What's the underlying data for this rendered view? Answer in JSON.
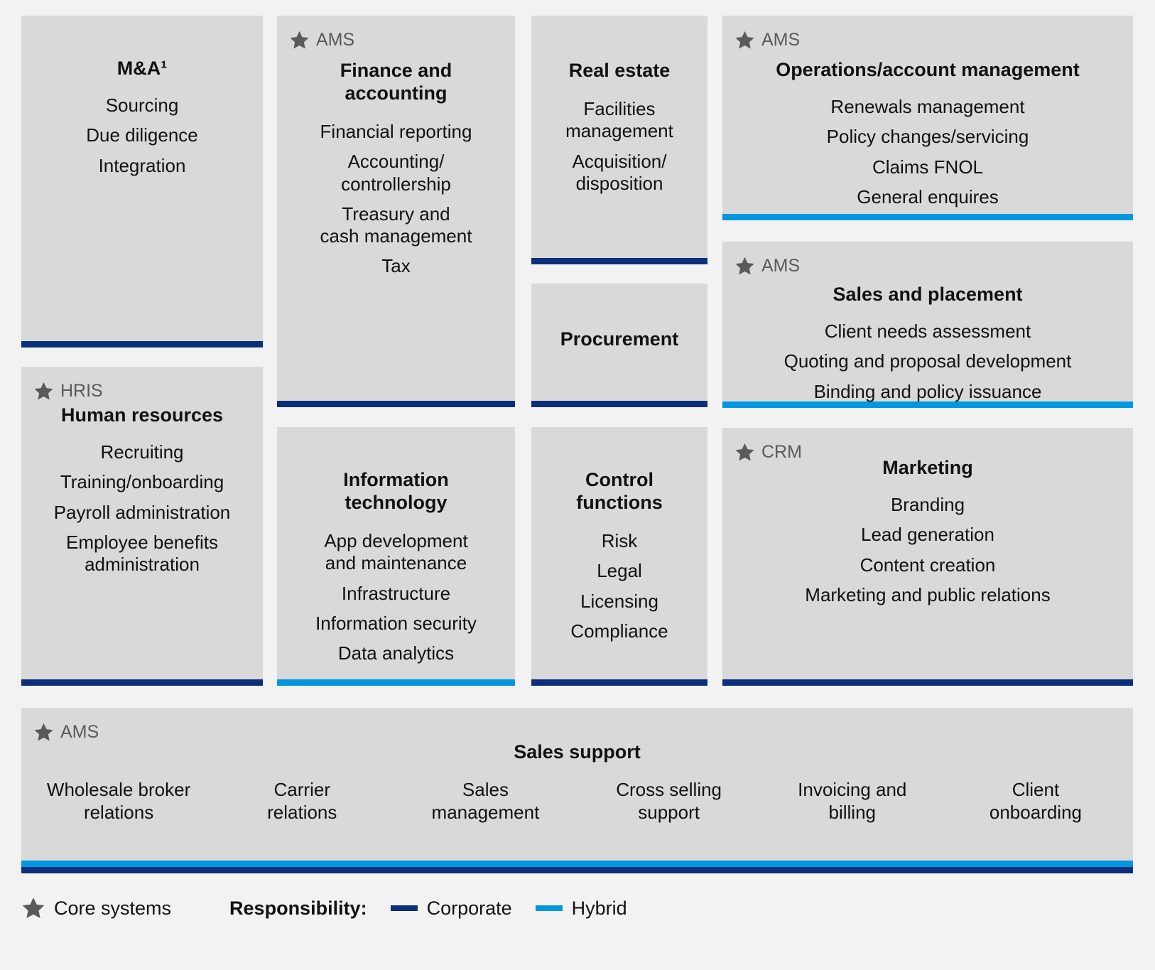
{
  "colors": {
    "corporate": "#0b2f78",
    "hybrid": "#0096e0",
    "card_bg": "#d9d9d9",
    "page_bg": "#f2f2f2",
    "tag_text": "#5a5a5a"
  },
  "cards": {
    "ma": {
      "system_tag": "",
      "title": "M&A¹",
      "items": [
        "Sourcing",
        "Due diligence",
        "Integration"
      ],
      "responsibility": "Corporate"
    },
    "hr": {
      "system_tag": "HRIS",
      "title": "Human resources",
      "items": [
        "Recruiting",
        "Training/onboarding",
        "Payroll administration",
        "Employee benefits\nadministration"
      ],
      "responsibility": "Corporate"
    },
    "finance": {
      "system_tag": "AMS",
      "title": "Finance and\naccounting",
      "items": [
        "Financial reporting",
        "Accounting/\ncontrollership",
        "Treasury and\ncash management",
        "Tax"
      ],
      "responsibility": "Corporate"
    },
    "it": {
      "system_tag": "",
      "title": "Information\ntechnology",
      "items": [
        "App development\nand maintenance",
        "Infrastructure",
        "Information security",
        "Data analytics"
      ],
      "responsibility": "Hybrid"
    },
    "real_estate": {
      "system_tag": "",
      "title": "Real estate",
      "items": [
        "Facilities\nmanagement",
        "Acquisition/\ndisposition"
      ],
      "responsibility": "Corporate"
    },
    "procurement": {
      "system_tag": "",
      "title": "Procurement",
      "items": [],
      "responsibility": "Corporate"
    },
    "control": {
      "system_tag": "",
      "title": "Control\nfunctions",
      "items": [
        "Risk",
        "Legal",
        "Licensing",
        "Compliance"
      ],
      "responsibility": "Corporate"
    },
    "operations": {
      "system_tag": "AMS",
      "title": "Operations/account management",
      "items": [
        "Renewals management",
        "Policy changes/servicing",
        "Claims FNOL",
        "General enquires"
      ],
      "responsibility": "Hybrid"
    },
    "sales_placement": {
      "system_tag": "AMS",
      "title": "Sales and placement",
      "items": [
        "Client needs assessment",
        "Quoting and proposal development",
        "Binding and policy issuance"
      ],
      "responsibility": "Hybrid"
    },
    "marketing": {
      "system_tag": "CRM",
      "title": "Marketing",
      "items": [
        "Branding",
        "Lead generation",
        "Content creation",
        "Marketing and public relations"
      ],
      "responsibility": "Corporate"
    }
  },
  "sales_support": {
    "system_tag": "AMS",
    "title": "Sales support",
    "columns": [
      "Wholesale broker\nrelations",
      "Carrier\nrelations",
      "Sales\nmanagement",
      "Cross selling\nsupport",
      "Invoicing and\nbilling",
      "Client\nonboarding"
    ],
    "responsibility": "Hybrid+Corporate"
  },
  "legend": {
    "core_systems_label": "Core systems",
    "responsibility_label": "Responsibility:",
    "corporate_label": "Corporate",
    "hybrid_label": "Hybrid"
  }
}
